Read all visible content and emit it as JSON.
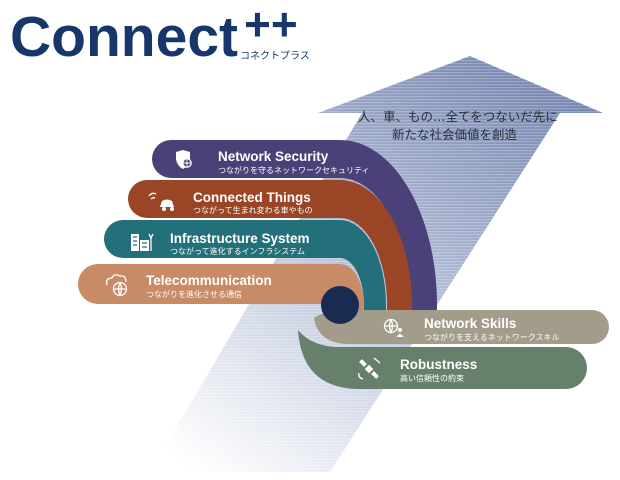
{
  "logo": {
    "name": "Connect",
    "plus": "++",
    "kana": "コネクトプラス",
    "color": "#17376b"
  },
  "arrow": {
    "line1": "人、車、もの…全てをつないだ先に",
    "line2": "新たな社会価値を創造",
    "color": "#7f8fb6"
  },
  "bands": [
    {
      "title": "Network Security",
      "subtitle": "つながりを守るネットワークセキュリティ",
      "color": "#4b4077",
      "icon": "shield-icon"
    },
    {
      "title": "Connected Things",
      "subtitle": "つながって生まれ変わる車やもの",
      "color": "#9a4526",
      "icon": "car-icon"
    },
    {
      "title": "Infrastructure System",
      "subtitle": "つながって進化するインフラシステム",
      "color": "#23707a",
      "icon": "building-icon"
    },
    {
      "title": "Telecommunication",
      "subtitle": "つながりを進化させる通信",
      "color": "#c98a66",
      "icon": "cloud-globe-icon"
    },
    {
      "title": "Network Skills",
      "subtitle": "つながりを支えるネットワークスキル",
      "color": "#a39c8a",
      "icon": "globe-person-icon"
    },
    {
      "title": "Robustness",
      "subtitle": "高い信頼性の約束",
      "color": "#66806b",
      "icon": "satellite-icon"
    }
  ],
  "center_color": "#1a2b52"
}
